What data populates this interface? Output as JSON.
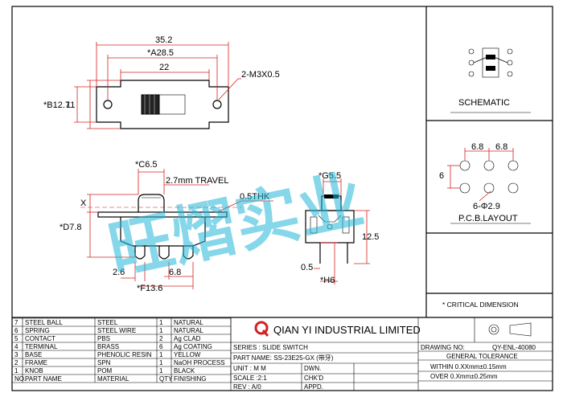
{
  "top_view": {
    "dim_overall": "35.2",
    "dim_a": "*A28.5",
    "dim_22": "22",
    "dim_b": "*B12.7",
    "dim_11": "11",
    "hole_note": "2-M3X0.5"
  },
  "side_view": {
    "dim_c": "*C6.5",
    "travel": "2.7mm TRAVEL",
    "thickness": "0.5THK",
    "x_label": "X",
    "dim_d": "*D7.8",
    "dim_26": "2.6",
    "dim_68": "6.8",
    "dim_f": "*F13.6"
  },
  "end_view": {
    "dim_g": "*G5.5",
    "dim_125": "12.5",
    "dim_05": "0.5",
    "dim_h": "*H6"
  },
  "schematic_label": "SCHEMATIC",
  "pcb": {
    "dim_68a": "6.8",
    "dim_68b": "6.8",
    "dim_6": "6",
    "holes": "6-Φ2.9",
    "label": "P.C.B.LAYOUT"
  },
  "critical_note": "* CRITICAL DIMENSION",
  "watermark": "旺熠实业",
  "bom": [
    {
      "no": "7",
      "part": "STEEL BALL",
      "material": "STEEL",
      "qty": "1",
      "finish": "NATURAL"
    },
    {
      "no": "6",
      "part": "SPRING",
      "material": "STEEL WIRE",
      "qty": "1",
      "finish": "NATURAL"
    },
    {
      "no": "5",
      "part": "CONTACT",
      "material": "PBS",
      "qty": "2",
      "finish": "Ag CLAD"
    },
    {
      "no": "4",
      "part": "TERMINAL",
      "material": "BRASS",
      "qty": "6",
      "finish": "Ag COATING"
    },
    {
      "no": "3",
      "part": "BASE",
      "material": "PHENOLIC RESIN",
      "qty": "1",
      "finish": "YELLOW"
    },
    {
      "no": "2",
      "part": "FRAME",
      "material": "SPN",
      "qty": "1",
      "finish": "NaOH PROCESS"
    },
    {
      "no": "1",
      "part": "KNOB",
      "material": "POM",
      "qty": "1",
      "finish": "BLACK"
    }
  ],
  "bom_header": {
    "no": "NO.",
    "part": "PART NAME",
    "material": "MATERIAL",
    "qty": "QTY",
    "finish": "FINISHING"
  },
  "company": "QIAN YI INDUSTRIAL LIMITED",
  "series": "SERIES : SLIDE SWITCH",
  "part_name": "PART NAME: SS-23E25-GX (带牙)",
  "unit": "UNIT : M M",
  "scale": "SCALE :2:1",
  "rev": "REV : A/0",
  "dwn": "DWN.",
  "chkd": "CHK'D",
  "appd": "APPD.",
  "drawing_no_label": "DRAWING NO:",
  "drawing_no": "QY-ENL-40080",
  "general_tolerance": "GENERAL TOLERANCE",
  "tol1": "WITHIN 0.XXmm±0.15mm",
  "tol2": "OVER   0.Xmm±0.25mm"
}
